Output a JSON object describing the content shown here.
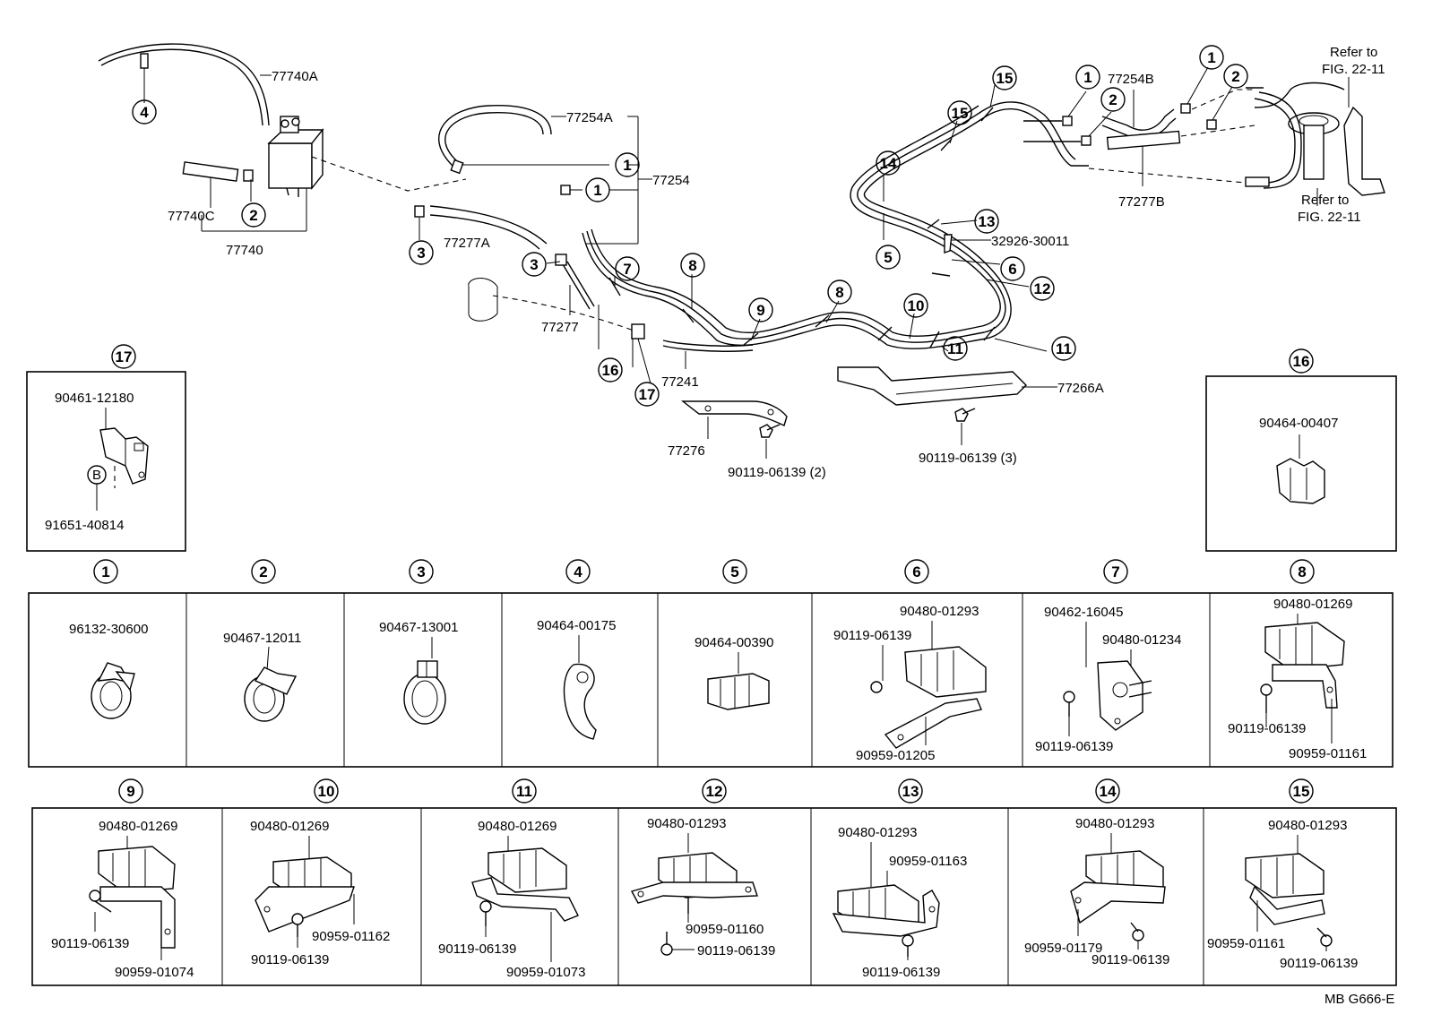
{
  "diagram_id": "MB G666-E",
  "main": {
    "callout_labels": [
      {
        "text": "77740A"
      },
      {
        "text": "77740C"
      },
      {
        "text": "77740"
      },
      {
        "text": "77254A"
      },
      {
        "text": "77254"
      },
      {
        "text": "77277A"
      },
      {
        "text": "77277"
      },
      {
        "text": "77241"
      },
      {
        "text": "77276"
      },
      {
        "text": "90119-06139 (2)"
      },
      {
        "text": "77266A"
      },
      {
        "text": "90119-06139 (3)"
      },
      {
        "text": "77254B"
      },
      {
        "text": "77277B"
      },
      {
        "text": "32926-30011"
      },
      {
        "text": "Refer to"
      },
      {
        "text": "FIG. 22-11"
      },
      {
        "text": "Refer to"
      },
      {
        "text": "FIG. 22-11"
      }
    ],
    "circle_refs": [
      "4",
      "2",
      "3",
      "1",
      "1",
      "3",
      "7",
      "8",
      "9",
      "8",
      "16",
      "17",
      "10",
      "11",
      "11",
      "12",
      "6",
      "13",
      "5",
      "14",
      "15",
      "15",
      "1",
      "2",
      "1",
      "2"
    ]
  },
  "side_boxes": {
    "box17": {
      "ref": "17",
      "labels": [
        "90461-12180",
        "91651-40814"
      ],
      "mark": "B"
    },
    "box16": {
      "ref": "16",
      "labels": [
        "90464-00407"
      ]
    }
  },
  "row1": [
    {
      "ref": "1",
      "labels": [
        "96132-30600"
      ]
    },
    {
      "ref": "2",
      "labels": [
        "90467-12011"
      ]
    },
    {
      "ref": "3",
      "labels": [
        "90467-13001"
      ]
    },
    {
      "ref": "4",
      "labels": [
        "90464-00175"
      ]
    },
    {
      "ref": "5",
      "labels": [
        "90464-00390"
      ]
    },
    {
      "ref": "6",
      "labels": [
        "90480-01293",
        "90119-06139",
        "90959-01205"
      ]
    },
    {
      "ref": "7",
      "labels": [
        "90462-16045",
        "90480-01234",
        "90119-06139"
      ]
    },
    {
      "ref": "8",
      "labels": [
        "90480-01269",
        "90119-06139",
        "90959-01161"
      ]
    }
  ],
  "row2": [
    {
      "ref": "9",
      "labels": [
        "90480-01269",
        "90119-06139",
        "90959-01074"
      ]
    },
    {
      "ref": "10",
      "labels": [
        "90480-01269",
        "90959-01162",
        "90119-06139"
      ]
    },
    {
      "ref": "11",
      "labels": [
        "90480-01269",
        "90119-06139",
        "90959-01073"
      ]
    },
    {
      "ref": "12",
      "labels": [
        "90480-01293",
        "90959-01160",
        "90119-06139"
      ]
    },
    {
      "ref": "13",
      "labels": [
        "90480-01293",
        "90959-01163",
        "90119-06139"
      ]
    },
    {
      "ref": "14",
      "labels": [
        "90480-01293",
        "90959-01179",
        "90119-06139"
      ]
    },
    {
      "ref": "15",
      "labels": [
        "90480-01293",
        "90959-01161",
        "90119-06139"
      ]
    }
  ]
}
